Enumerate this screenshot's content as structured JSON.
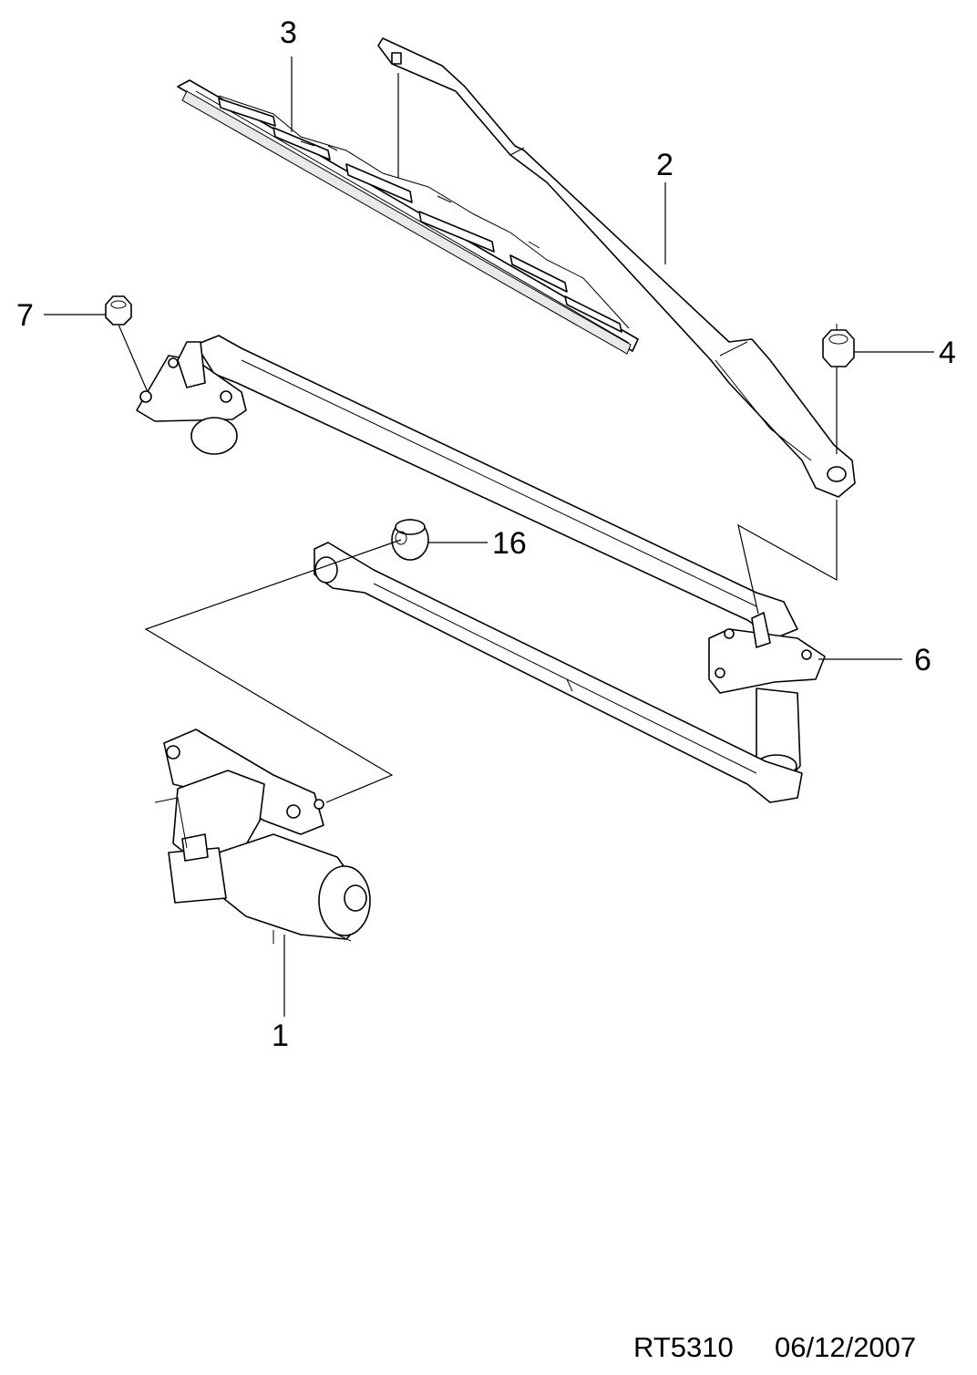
{
  "callouts": {
    "c1": "1",
    "c2": "2",
    "c3": "3",
    "c4": "4",
    "c6": "6",
    "c7": "7",
    "c16": "16"
  },
  "footer": {
    "code": "RT5310",
    "date": "06/12/2007"
  }
}
